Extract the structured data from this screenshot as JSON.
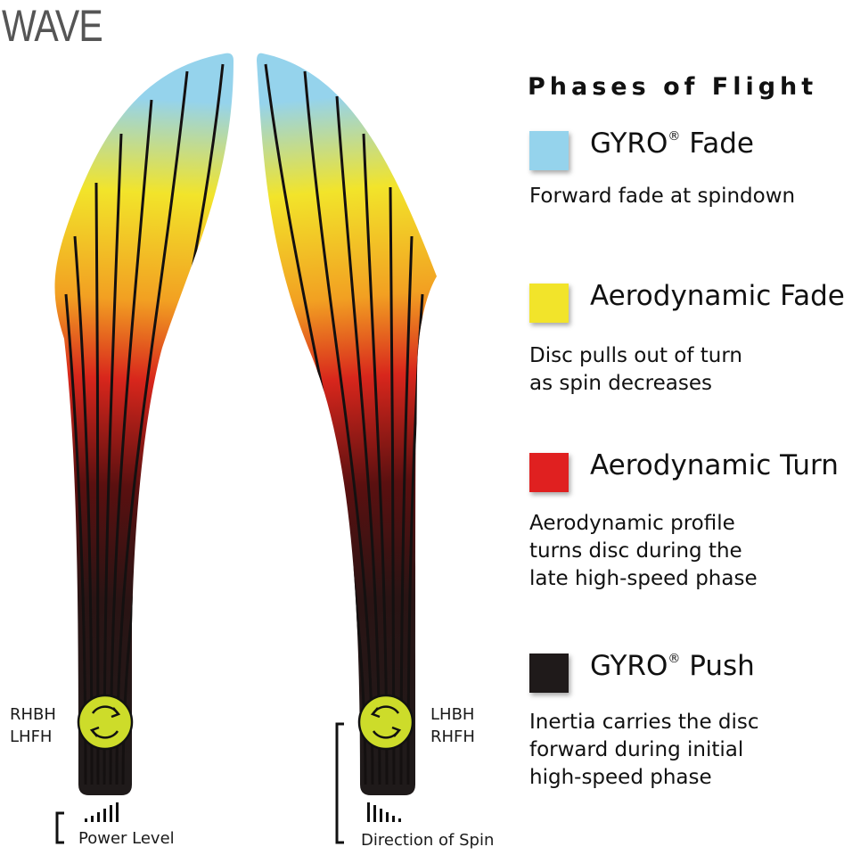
{
  "title": "WAVE",
  "legend": {
    "heading": "Phases of Flight",
    "items": [
      {
        "name": "GYRO",
        "sup": "®",
        "name_rest": " Fade",
        "color": "#95d3ec",
        "desc": "Forward fade at spindown"
      },
      {
        "name": "Aerodynamic Fade",
        "sup": "",
        "name_rest": "",
        "color": "#f2e42a",
        "desc": "Disc pulls out of turn\nas spin decreases"
      },
      {
        "name": "Aerodynamic Turn",
        "sup": "",
        "name_rest": "",
        "color": "#e02020",
        "desc": "Aerodynamic profile\nturns disc during the\nlate high-speed phase"
      },
      {
        "name": "GYRO",
        "sup": "®",
        "name_rest": " Push",
        "color": "#1f1a1a",
        "desc": "Inertia carries the disc\nforward during initial\nhigh-speed phase"
      }
    ]
  },
  "left_path": {
    "throw_labels": [
      "RHBH",
      "LHFH"
    ],
    "axis_label": "Power Level"
  },
  "right_path": {
    "throw_labels": [
      "LHBH",
      "RHFH"
    ],
    "axis_label": "Direction of Spin"
  },
  "colors": {
    "spin_circle": "#cddc2a",
    "dark": "#241616",
    "gyro_fade": "#95d3ec",
    "fade": "#f2e42a",
    "turn": "#e02020"
  }
}
